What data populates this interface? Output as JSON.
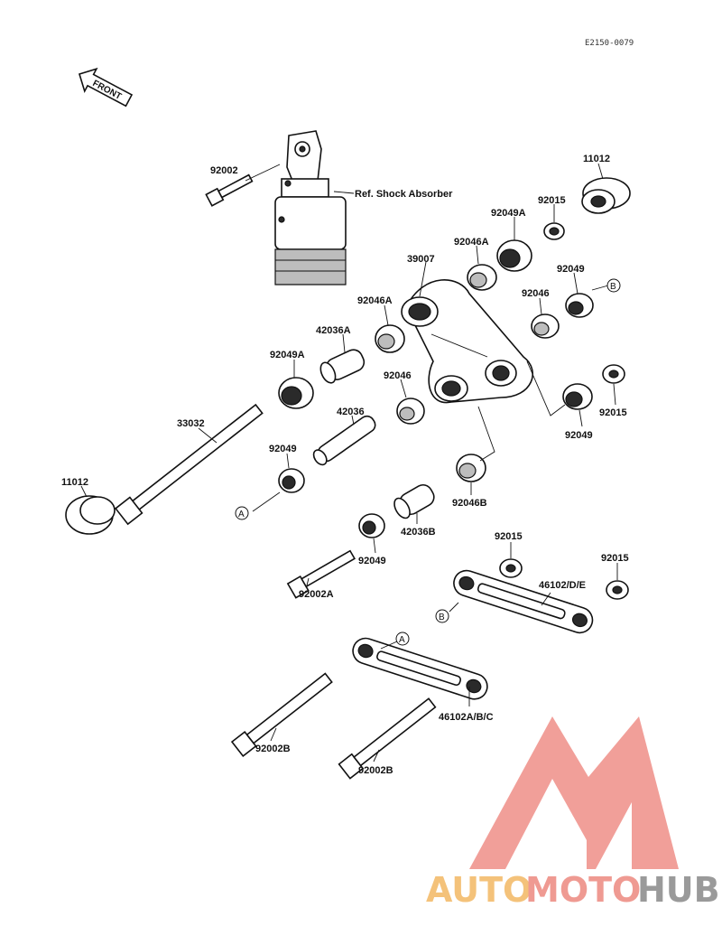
{
  "diagram": {
    "code": "E2150-0079",
    "front_label": "FRONT",
    "ref_label": "Ref. Shock Absorber",
    "parts": [
      "92002",
      "11012",
      "92015",
      "92049A",
      "92046A",
      "39007",
      "92049",
      "92046A",
      "92046",
      "42036A",
      "92049A",
      "92046",
      "92015",
      "92049",
      "33032",
      "42036",
      "92049",
      "11012",
      "92046B",
      "42036B",
      "92049",
      "92015",
      "92015",
      "46102/D/E",
      "92002A",
      "46102A/B/C",
      "92002B",
      "92002B"
    ],
    "markers": [
      "A",
      "A",
      "B",
      "B"
    ]
  },
  "watermark": {
    "part1": "AUTO",
    "part2": "MOTO",
    "part3": "HUB",
    "color_light": "#f4c27a",
    "color_red": "#ef9a92",
    "color_gray": "#9a9a9a"
  }
}
